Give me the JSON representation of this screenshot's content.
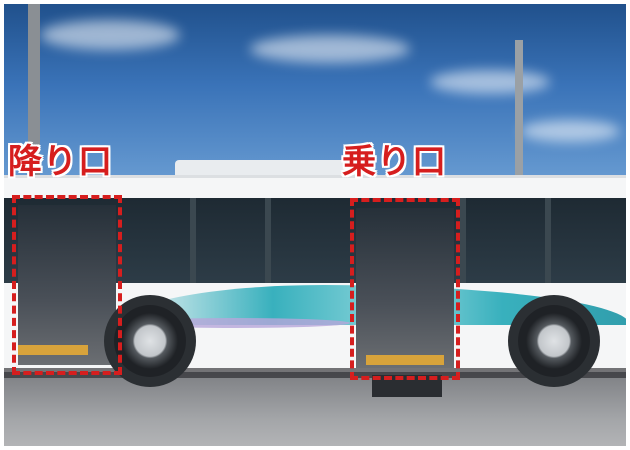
{
  "image": {
    "subject": "city-bus-side-view",
    "labels": {
      "exit_door": "降り口",
      "entry_door": "乗り口"
    },
    "marker_color": "#d61e1e",
    "sky_color": "#2f64a6",
    "bus_stripe_color": "#17a4b3"
  }
}
